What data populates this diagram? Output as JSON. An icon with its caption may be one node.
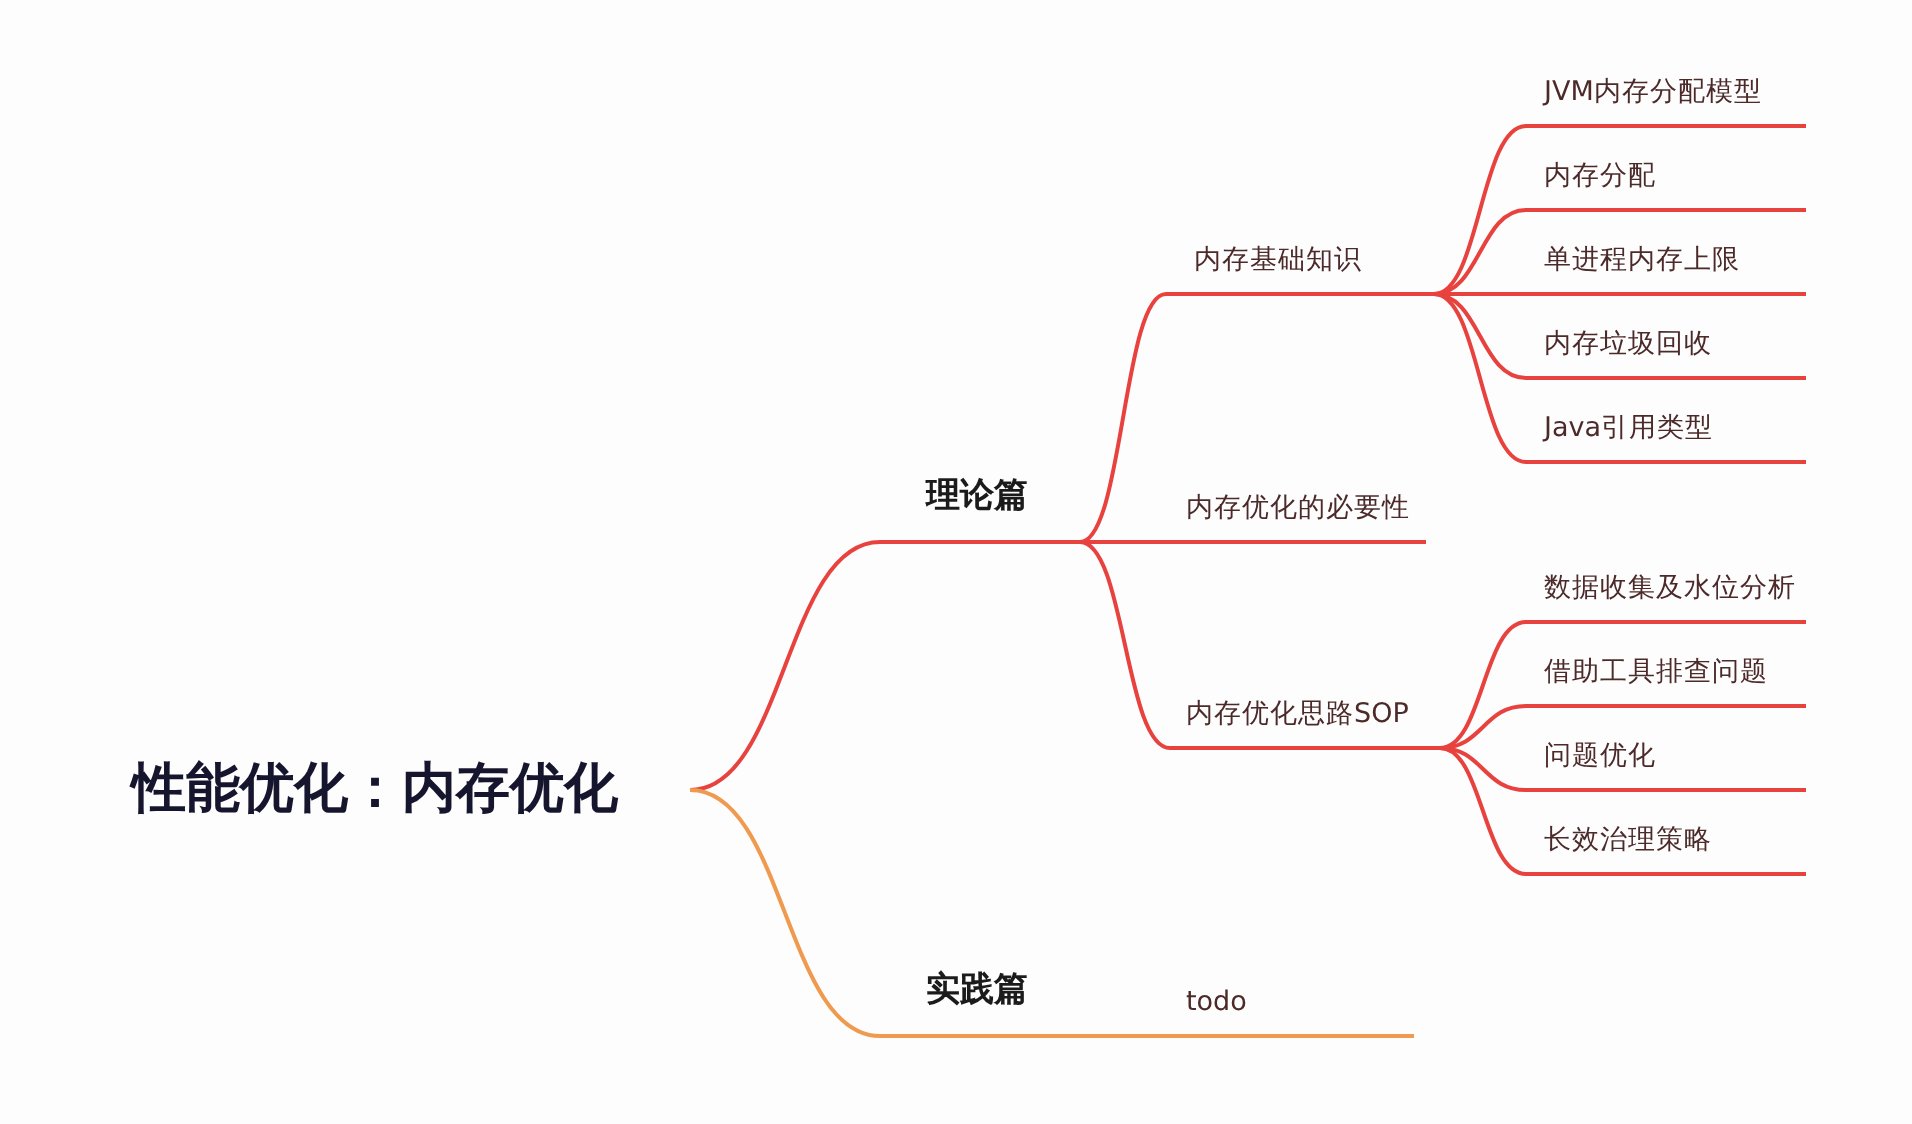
{
  "diagram": {
    "nodes": [
      {
        "text": [
          "性能优化：内存优化"
        ]
      },
      {
        "text": [
          "理论篇"
        ]
      },
      {
        "text": [
          "内存基础知识"
        ]
      },
      {
        "text": [
          "JVM内存分配模型"
        ]
      },
      {
        "text": [
          "内存分配"
        ]
      },
      {
        "text": [
          "单进程内存上限"
        ]
      },
      {
        "text": [
          "内存垃圾回收"
        ]
      },
      {
        "text": [
          "Java引用类型"
        ]
      },
      {
        "text": [
          "内存优化的必要性"
        ]
      },
      {
        "text": [
          "内存优化思路SOP"
        ]
      },
      {
        "text": [
          "数据收集及水位分析"
        ]
      },
      {
        "text": [
          "借助工具排查问题"
        ]
      },
      {
        "text": [
          "问题优化"
        ]
      },
      {
        "text": [
          "长效治理策略"
        ]
      },
      {
        "text": [
          "实践篇"
        ]
      },
      {
        "text": [
          "todo"
        ]
      }
    ],
    "edges": [
      {
        "from": 0,
        "to": 1,
        "arrow": "none"
      },
      {
        "from": 1,
        "to": 2,
        "arrow": "none"
      },
      {
        "from": 2,
        "to": 3,
        "arrow": "none"
      },
      {
        "from": 2,
        "to": 4,
        "arrow": "none"
      },
      {
        "from": 2,
        "to": 5,
        "arrow": "none"
      },
      {
        "from": 2,
        "to": 6,
        "arrow": "none"
      },
      {
        "from": 2,
        "to": 7,
        "arrow": "none"
      },
      {
        "from": 1,
        "to": 8,
        "arrow": "none"
      },
      {
        "from": 1,
        "to": 9,
        "arrow": "none"
      },
      {
        "from": 9,
        "to": 10,
        "arrow": "none"
      },
      {
        "from": 9,
        "to": 11,
        "arrow": "none"
      },
      {
        "from": 9,
        "to": 12,
        "arrow": "none"
      },
      {
        "from": 9,
        "to": 13,
        "arrow": "none"
      },
      {
        "from": 0,
        "to": 14,
        "arrow": "none",
        "color": "#ef9a4e"
      },
      {
        "from": 14,
        "to": 15,
        "arrow": "none",
        "color": "#ef9a4e"
      }
    ]
  }
}
